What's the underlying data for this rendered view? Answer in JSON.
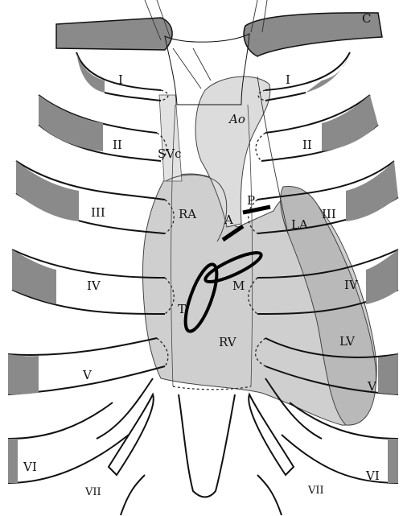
{
  "figure": {
    "background": "#ffffff",
    "heart_fill": "#cfcfcf",
    "left_heart_fill": "#b9b9b9",
    "rib_shade": "#8a8a8a",
    "line_color": "#111111"
  },
  "labels": {
    "clavicle": "C",
    "rib_I_left": "I",
    "rib_I_right": "I",
    "rib_II_left": "II",
    "rib_II_right": "II",
    "rib_III_left": "III",
    "rib_III_right": "III",
    "rib_IV_left": "IV",
    "rib_IV_right": "IV",
    "rib_V_left": "V",
    "rib_V_right": "V",
    "rib_VI_left": "VI",
    "rib_VI_right": "VI",
    "rib_VII_left": "VII",
    "rib_VII_right": "VII",
    "aorta": "Ao",
    "superior_vena_cava": "SVc",
    "right_atrium": "RA",
    "left_atrium": "LA",
    "right_ventricle": "RV",
    "left_ventricle": "LV",
    "pulmonary_valve": "P",
    "aortic_valve": "A",
    "mitral_valve": "M",
    "tricuspid_valve": "T"
  }
}
